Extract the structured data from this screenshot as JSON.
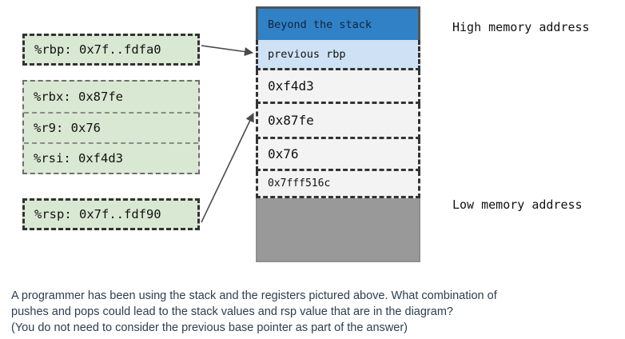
{
  "colors": {
    "register_fill": "#d9e8d2",
    "stack_top_blue": "#3181c6",
    "stack_prev_rbp_blue": "#cfe2f5",
    "stack_value_fill": "#f3f3f3",
    "stack_unused_gray": "#999999",
    "border_dark": "#333333",
    "text_body": "#2e3e4e"
  },
  "registers": {
    "rbp_box": {
      "label": "%rbp: 0x7f..fdfa0"
    },
    "group": [
      {
        "label": "%rbx: 0x87fe"
      },
      {
        "label": "%r9: 0x76"
      },
      {
        "label": "%rsi: 0xf4d3"
      }
    ],
    "rsp_box": {
      "label": "%rsp: 0x7f..fdf90"
    }
  },
  "stack": {
    "rows": [
      {
        "label": "Beyond the stack",
        "kind": "beyond"
      },
      {
        "label": "previous rbp",
        "kind": "previous-rbp"
      },
      {
        "label": "0xf4d3",
        "kind": "value"
      },
      {
        "label": "0x87fe",
        "kind": "value"
      },
      {
        "label": "0x76",
        "kind": "value"
      },
      {
        "label": "0x7fff516c",
        "kind": "value-small"
      },
      {
        "label": "",
        "kind": "unused"
      }
    ]
  },
  "memory_labels": {
    "high": "High memory address",
    "low": "Low memory address"
  },
  "arrows": [
    {
      "name": "rbp-pointer-arrow",
      "from": "rbp-register-box",
      "to": "previous rbp"
    },
    {
      "name": "rsp-pointer-arrow",
      "from": "rsp-register-box",
      "to": "0x87fe"
    }
  ],
  "question": {
    "lines": [
      "A programmer has been using the stack and the registers pictured above. What combination of",
      "pushes and pops could lead to the stack values and rsp value that are in the diagram?",
      "(You do not need to consider the previous base pointer as part of the answer)"
    ]
  }
}
